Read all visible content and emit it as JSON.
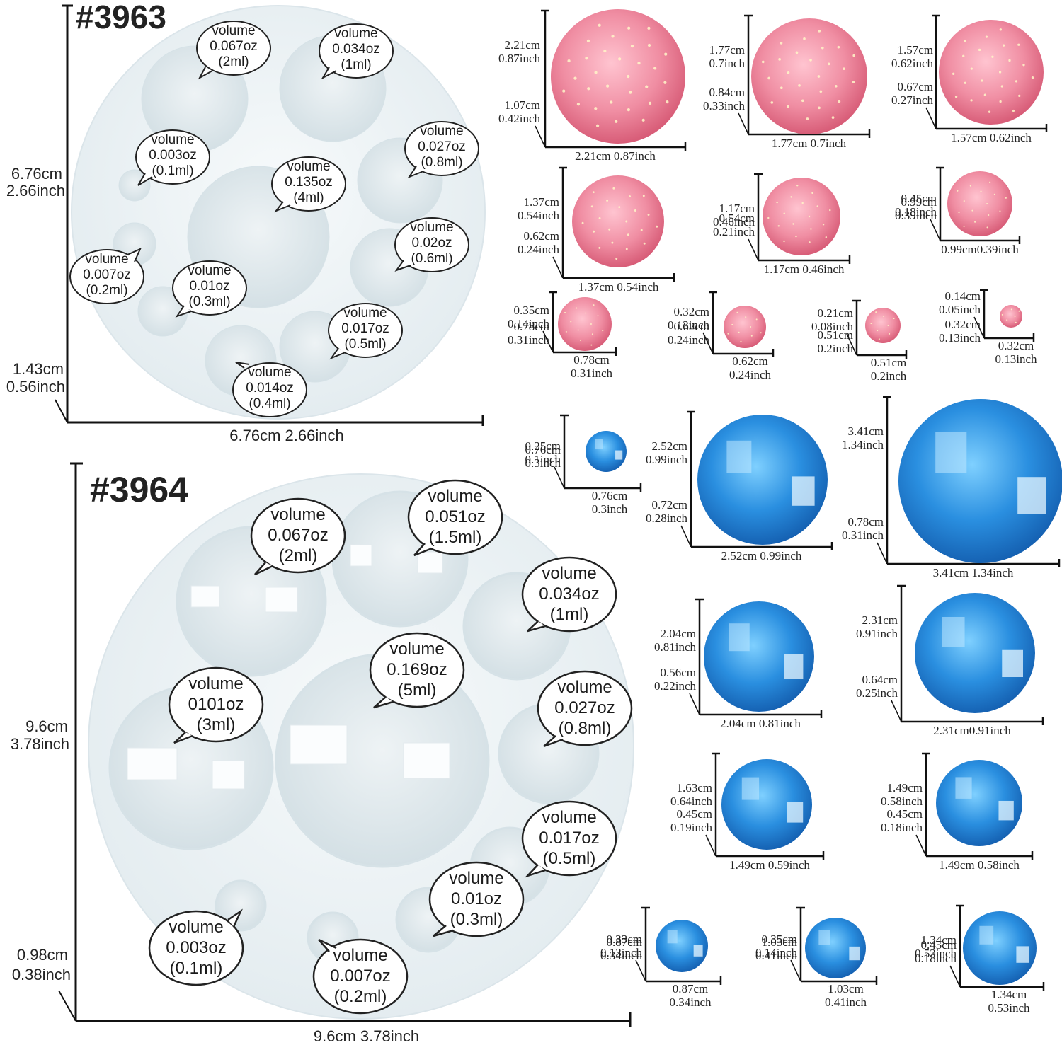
{
  "mold_3963": {
    "title": "#3963",
    "height_cm": "6.76cm",
    "height_in": "2.66inch",
    "depth_cm": "1.43cm",
    "depth_in": "0.56inch",
    "width_label": "6.76cm  2.66inch",
    "volumes": [
      {
        "label": "volume",
        "oz": "0.067oz",
        "ml": "(2ml)"
      },
      {
        "label": "volume",
        "oz": "0.034oz",
        "ml": "(1ml)"
      },
      {
        "label": "volume",
        "oz": "0.003oz",
        "ml": "(0.1ml)"
      },
      {
        "label": "volume",
        "oz": "0.027oz",
        "ml": "(0.8ml)"
      },
      {
        "label": "volume",
        "oz": "0.135oz",
        "ml": "(4ml)"
      },
      {
        "label": "volume",
        "oz": "0.02oz",
        "ml": "(0.6ml)"
      },
      {
        "label": "volume",
        "oz": "0.007oz",
        "ml": "(0.2ml)"
      },
      {
        "label": "volume",
        "oz": "0.01oz",
        "ml": "(0.3ml)"
      },
      {
        "label": "volume",
        "oz": "0.017oz",
        "ml": "(0.5ml)"
      },
      {
        "label": "volume",
        "oz": "0.014oz",
        "ml": "(0.4ml)"
      }
    ]
  },
  "mold_3964": {
    "title": "#3964",
    "height_cm": "9.6cm",
    "height_in": "3.78inch",
    "depth_cm": "0.98cm",
    "depth_in": "0.38inch",
    "width_label": "9.6cm  3.78inch",
    "volumes": [
      {
        "label": "volume",
        "oz": "0.067oz",
        "ml": "(2ml)"
      },
      {
        "label": "volume",
        "oz": "0.051oz",
        "ml": "(1.5ml)"
      },
      {
        "label": "volume",
        "oz": "0.034oz",
        "ml": "(1ml)"
      },
      {
        "label": "volume",
        "oz": "0.169oz",
        "ml": "(5ml)"
      },
      {
        "label": "volume",
        "oz": "0101oz",
        "ml": "(3ml)"
      },
      {
        "label": "volume",
        "oz": "0.027oz",
        "ml": "(0.8ml)"
      },
      {
        "label": "volume",
        "oz": "0.017oz",
        "ml": "(0.5ml)"
      },
      {
        "label": "volume",
        "oz": "0.01oz",
        "ml": "(0.3ml)"
      },
      {
        "label": "volume",
        "oz": "0.003oz",
        "ml": "(0.1ml)"
      },
      {
        "label": "volume",
        "oz": "0.007oz",
        "ml": "(0.2ml)"
      }
    ]
  },
  "pink_gems": [
    {
      "h_cm": "2.21cm",
      "h_in": "0.87inch",
      "d_cm": "1.07cm",
      "d_in": "0.42inch",
      "w": "2.21cm 0.87inch"
    },
    {
      "h_cm": "1.77cm",
      "h_in": "0.7inch",
      "d_cm": "0.84cm",
      "d_in": "0.33inch",
      "w": "1.77cm 0.7inch"
    },
    {
      "h_cm": "1.57cm",
      "h_in": "0.62inch",
      "d_cm": "0.67cm",
      "d_in": "0.27inch",
      "w": "1.57cm 0.62inch"
    },
    {
      "h_cm": "1.37cm",
      "h_in": "0.54inch",
      "d_cm": "0.62cm",
      "d_in": "0.24inch",
      "w": "1.37cm 0.54inch"
    },
    {
      "h_cm": "1.17cm",
      "h_in": "0.46inch",
      "d_cm": "0.54cm",
      "d_in": "0.21inch",
      "w": "1.17cm 0.46inch"
    },
    {
      "h_cm": "0.99cm",
      "h_in": "0.39inch",
      "d_cm": "0.45cm",
      "d_in": "0.18inch",
      "w": "0.99cm0.39inch"
    },
    {
      "h_cm": "0.78cm",
      "h_in": "0.31inch",
      "d_cm": "0.35cm",
      "d_in": "0.14inch",
      "w_cm": "0.78cm",
      "w_in": "0.31inch"
    },
    {
      "h_cm": "0.62cm",
      "h_in": "0.24inch",
      "d_cm": "0.32cm",
      "d_in": "0.13inch",
      "w_cm": "0.62cm",
      "w_in": "0.24inch"
    },
    {
      "h_cm": "0.51cm",
      "h_in": "0.2inch",
      "d_cm": "0.21cm",
      "d_in": "0.08inch",
      "w_cm": "0.51cm",
      "w_in": "0.2inch"
    },
    {
      "h_cm": "0.32cm",
      "h_in": "0.13inch",
      "d_cm": "0.14cm",
      "d_in": "0.05inch",
      "w_cm": "0.32cm",
      "w_in": "0.13inch"
    }
  ],
  "blue_gems": [
    {
      "h_cm": "0.76cm",
      "h_in": "0.3inch",
      "d_cm": "0.25cm",
      "d_in": "0.1inch",
      "w_cm": "0.76cm",
      "w_in": "0.3inch"
    },
    {
      "h_cm": "2.52cm",
      "h_in": "0.99inch",
      "d_cm": "0.72cm",
      "d_in": "0.28inch",
      "w": "2.52cm 0.99inch"
    },
    {
      "h_cm": "3.41cm",
      "h_in": "1.34inch",
      "d_cm": "0.78cm",
      "d_in": "0.31inch",
      "w": "3.41cm 1.34inch"
    },
    {
      "h_cm": "2.04cm",
      "h_in": "0.81inch",
      "d_cm": "0.56cm",
      "d_in": "0.22inch",
      "w": "2.04cm 0.81inch"
    },
    {
      "h_cm": "2.31cm",
      "h_in": "0.91inch",
      "d_cm": "0.64cm",
      "d_in": "0.25inch",
      "w": "2.31cm0.91inch"
    },
    {
      "h_cm": "1.63cm",
      "h_in": "0.64inch",
      "d_cm": "0.45cm",
      "d_in": "0.19inch",
      "w": "1.49cm 0.59inch"
    },
    {
      "h_cm": "1.49cm",
      "h_in": "0.58inch",
      "d_cm": "0.45cm",
      "d_in": "0.18inch",
      "w": "1.49cm 0.58inch"
    },
    {
      "h_cm": "0.87cm",
      "h_in": "0.34inch",
      "d_cm": "0.33cm",
      "d_in": "0.13inch",
      "w_cm": "0.87cm",
      "w_in": "0.34inch"
    },
    {
      "h_cm": "1.03cm",
      "h_in": "0.41inch",
      "d_cm": "0.35cm",
      "d_in": "0.14inch",
      "w_cm": "1.03cm",
      "w_in": "0.41inch"
    },
    {
      "h_cm": "1.34cm",
      "h_in": "0.53inch",
      "d_cm": "0.45cm",
      "d_in": "0.18inch",
      "w_cm": "1.34cm",
      "w_in": "0.53inch"
    }
  ],
  "colors": {
    "pink": "#ef8aa0",
    "blue": "#2f8ee0",
    "mold": "#e6eef2",
    "line": "#111111"
  }
}
